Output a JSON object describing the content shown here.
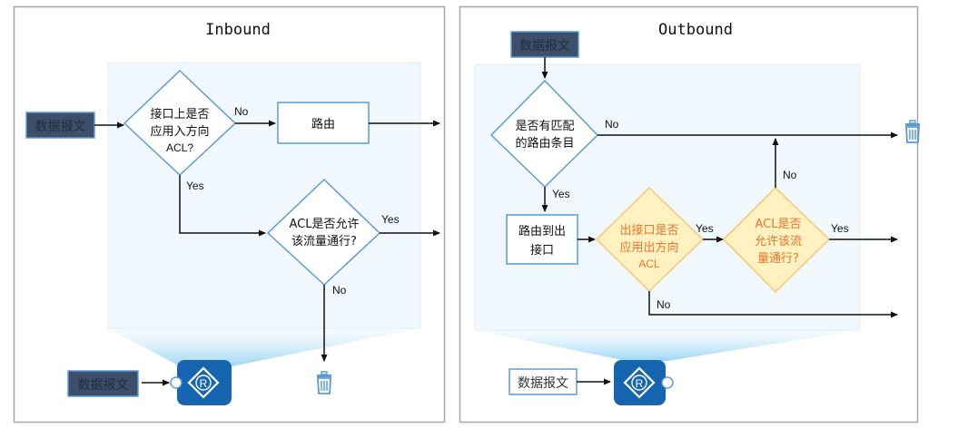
{
  "inbound": {
    "title": "Inbound",
    "packet_label": "数据报文",
    "decision1": [
      "接口上是否",
      "应用入方向",
      "ACL?"
    ],
    "route_box": "路由",
    "decision2": [
      "ACL是否允许",
      "该流量通行?"
    ],
    "yes_label": "Yes",
    "no_label": "No",
    "bottom_packet_label": "数据报文",
    "router_letter": "R"
  },
  "outbound": {
    "title": "Outbound",
    "packet_label": "数据报文",
    "decision1": [
      "是否有匹配",
      "的路由条目"
    ],
    "route_box": [
      "路由到出",
      "接口"
    ],
    "decision2": [
      "出接口是否",
      "应用出方向",
      "ACL"
    ],
    "decision3": [
      "ACL是否",
      "允许该流",
      "量通行?"
    ],
    "yes_label": "Yes",
    "no_label": "No",
    "bottom_packet_label": "数据报文",
    "router_letter": "R"
  },
  "colors": {
    "panel_border": "#a6a6a6",
    "zone_fill": "#f0f8fd",
    "node_stroke": "#5b9bd5",
    "packet_dark": "#3d4f6b",
    "decision_orange_fill": "#fff2c0",
    "decision_orange_stroke": "#f5c870",
    "decision_orange_text": "#e8742a",
    "router_fill": "#1565b0",
    "trash": "#5b9bd5"
  }
}
